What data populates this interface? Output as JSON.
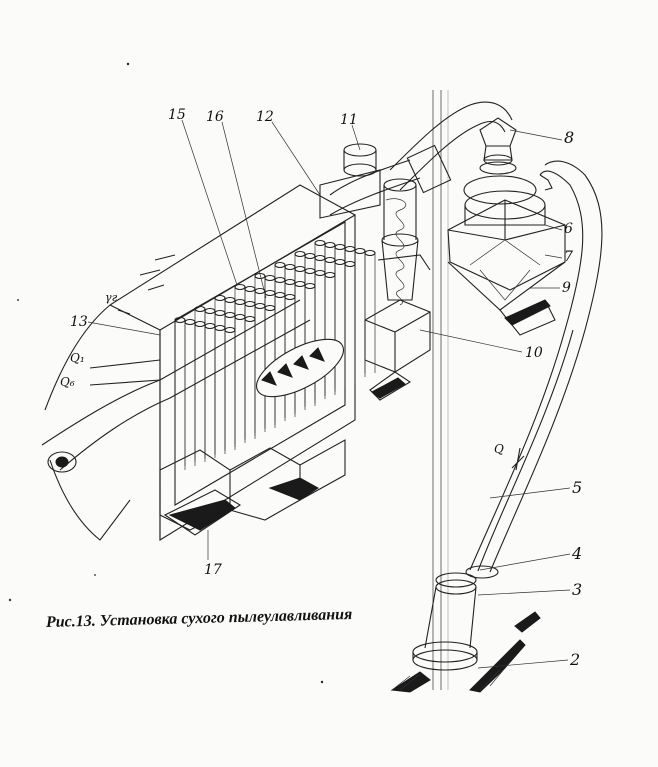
{
  "figure": {
    "caption": "Рис.13. Установка сухого пылеулавливания"
  },
  "labels": {
    "l2": "2",
    "l3": "3",
    "l4": "4",
    "l5": "5",
    "l6": "6",
    "l7": "7",
    "l8": "8",
    "l9": "9",
    "l10": "10",
    "l11": "11",
    "l12": "12",
    "l13": "13",
    "l15": "15",
    "l16": "16",
    "l17": "17",
    "q": "Q",
    "q1": "Q₁",
    "q6": "Q₆",
    "gamma": "γг"
  }
}
